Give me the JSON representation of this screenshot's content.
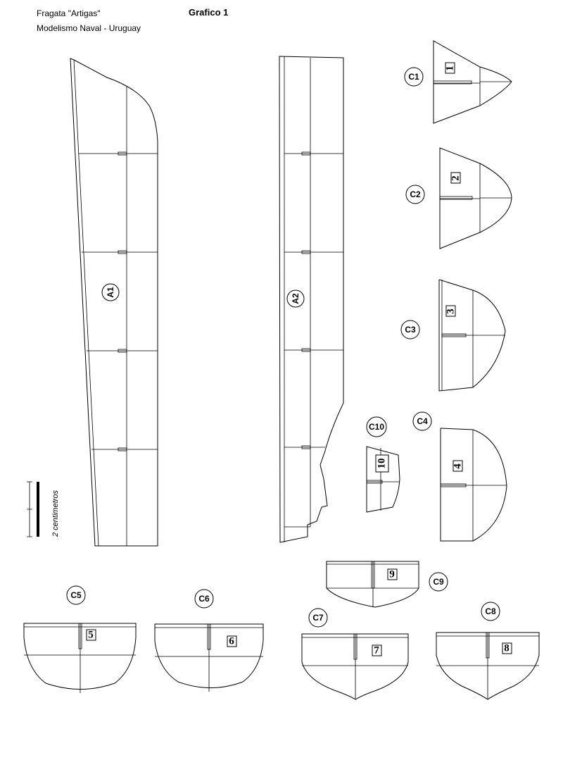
{
  "header": {
    "line1": "Fragata \"Artigas\"",
    "line2": "Modelismo Naval - Uruguay",
    "title": "Grafico  1"
  },
  "scale": {
    "label": "2 centimetros"
  },
  "parts": {
    "a1": "A1",
    "a2": "A2",
    "c1": "C1",
    "c2": "C2",
    "c3": "C3",
    "c4": "C4",
    "c5": "C5",
    "c6": "C6",
    "c7": "C7",
    "c8": "C8",
    "c9": "C9",
    "c10": "C10"
  },
  "frame_numbers": {
    "f1": "1",
    "f2": "2",
    "f3": "3",
    "f4": "4",
    "f5": "5",
    "f6": "6",
    "f7": "7",
    "f8": "8",
    "f9": "9",
    "f10": "10"
  }
}
